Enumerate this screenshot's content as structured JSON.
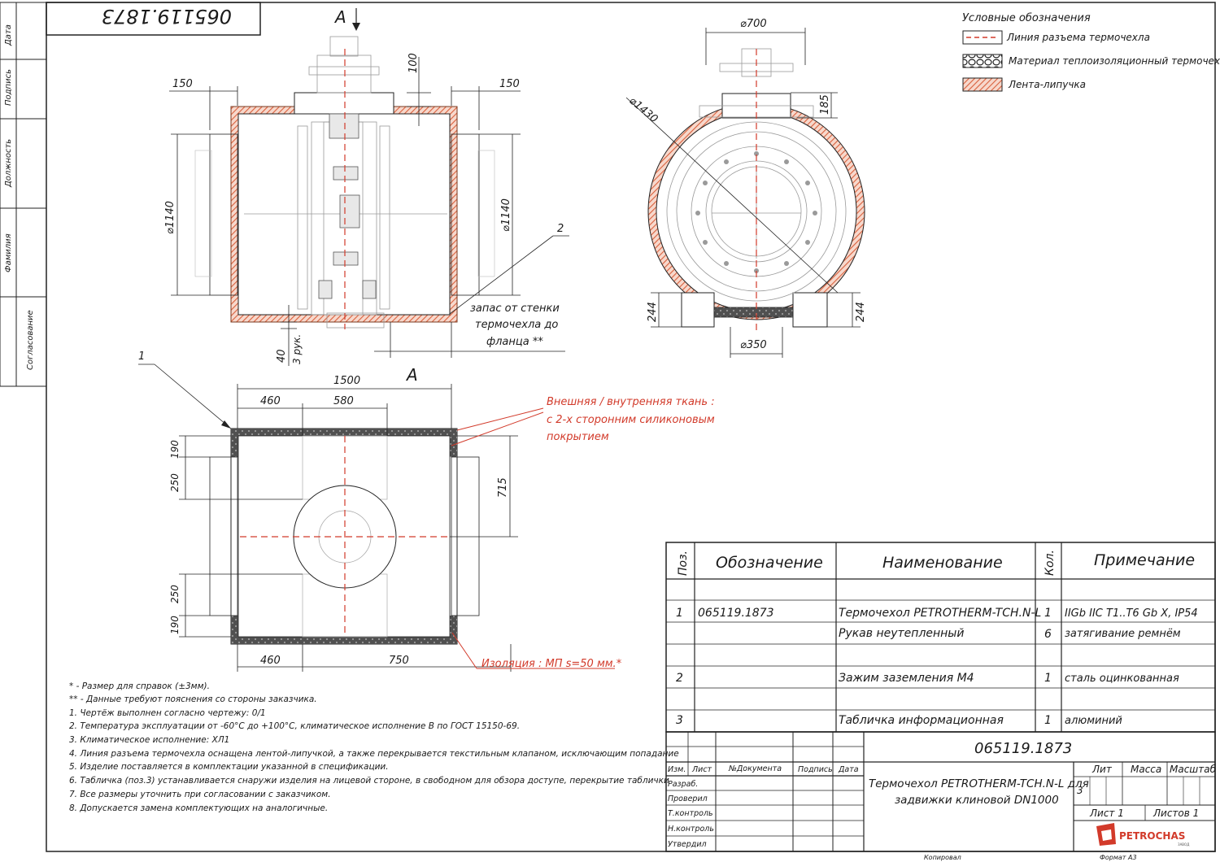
{
  "stamp_code": "065119.1873",
  "view_label": "А",
  "left_strip": [
    "Дата",
    "Подпись",
    "Должность",
    "Фамилия",
    "Согласование"
  ],
  "front_view": {
    "dims": {
      "w_left": "150",
      "w_right": "150",
      "h_top": "100",
      "dia_left": "⌀1140",
      "dia_right": "⌀1140",
      "bottom": "40",
      "bottom_note": "3 рук."
    },
    "callout": "2",
    "note": [
      "запас от стенки",
      "термочехла до",
      "фланца **"
    ]
  },
  "side_view": {
    "dims": {
      "top": "⌀700",
      "diag": "⌀1430",
      "right_top": "185",
      "bl": "244",
      "br": "244",
      "bottom": "⌀350"
    }
  },
  "plan_view": {
    "callout": "1",
    "dims": {
      "total": "1500",
      "a": "460",
      "b": "580",
      "l1": "190",
      "l2": "250",
      "r1": "715",
      "l3": "250",
      "l4": "190",
      "c": "460",
      "d": "750"
    },
    "red_note": [
      "Внешняя / внутренняя ткань :",
      "с 2-х сторонним силиконовым",
      "покрытием"
    ],
    "red_iso": "Изоляция : МП s=50 мм.*"
  },
  "legend": {
    "title": "Условные обозначения",
    "items": [
      "Линия разъема термочехла",
      "Материал теплоизоляционный термочехла",
      "Лента-липучка"
    ],
    "colors": {
      "red": "#d23a2a",
      "tape": "#e0603c"
    }
  },
  "notes": [
    "* - Размер для справок (±3мм).",
    "** - Данные требуют пояснения со стороны заказчика.",
    "1. Чертёж выполнен согласно чертежу: 0/1",
    "2. Температура эксплуатации от -60°С до +100°С, климатическое исполнение В по ГОСТ 15150-69.",
    "3. Климатическое исполнение: ХЛ1",
    "4. Линия разъема термочехла оснащена лентой-липучкой, а также перекрывается текстильным клапаном, исключающим попадание",
    "5. Изделие поставляется в комплектации указанной в спецификации.",
    "6. Табличка (поз.3) устанавливается снаружи изделия на лицевой стороне, в свободном для обзора доступе, перекрытие таблички",
    "7. Все размеры уточнить при согласовании с заказчиком.",
    "8. Допускается замена комплектующих на аналогичные."
  ],
  "spec": {
    "headers": {
      "pos": "Поз.",
      "designation": "Обозначение",
      "name": "Наименование",
      "qty": "Кол.",
      "note": "Примечание"
    },
    "rows": [
      {
        "pos": "1",
        "designation": "065119.1873",
        "name": "Термочехол PETROTHERM-TCH.N-L",
        "qty": "1",
        "note": "IIGb IIC T1..T6 Gb X, IP54"
      },
      {
        "pos": "",
        "designation": "",
        "name": "Рукав неутепленный",
        "qty": "6",
        "note": "затягивание ремнём"
      },
      {
        "pos": "2",
        "designation": "",
        "name": "Зажим заземления М4",
        "qty": "1",
        "note": "сталь оцинкованная"
      },
      {
        "pos": "3",
        "designation": "",
        "name": "Табличка информационная",
        "qty": "1",
        "note": "алюминий"
      }
    ]
  },
  "title_block": {
    "code": "065119.1873",
    "col_heads": [
      "Изм.",
      "Лист",
      "№Документа",
      "Подпись",
      "Дата"
    ],
    "roles": [
      "Разраб.",
      "Проверил",
      "Т.контроль",
      "Н.контроль",
      "Утвердил"
    ],
    "title": [
      "Термочехол PETROTHERM-TCH.N-L для",
      "задвижки клиновой DN1000"
    ],
    "lit": "Лит",
    "mass": "Масса",
    "scale": "Масштаб",
    "lit_val": "3",
    "sheet": "Лист 1",
    "sheets": "Листов 1",
    "company": "PETROCHAS",
    "company_sub": "ЗАВОД",
    "copied": "Копировал",
    "format": "Формат А3"
  }
}
